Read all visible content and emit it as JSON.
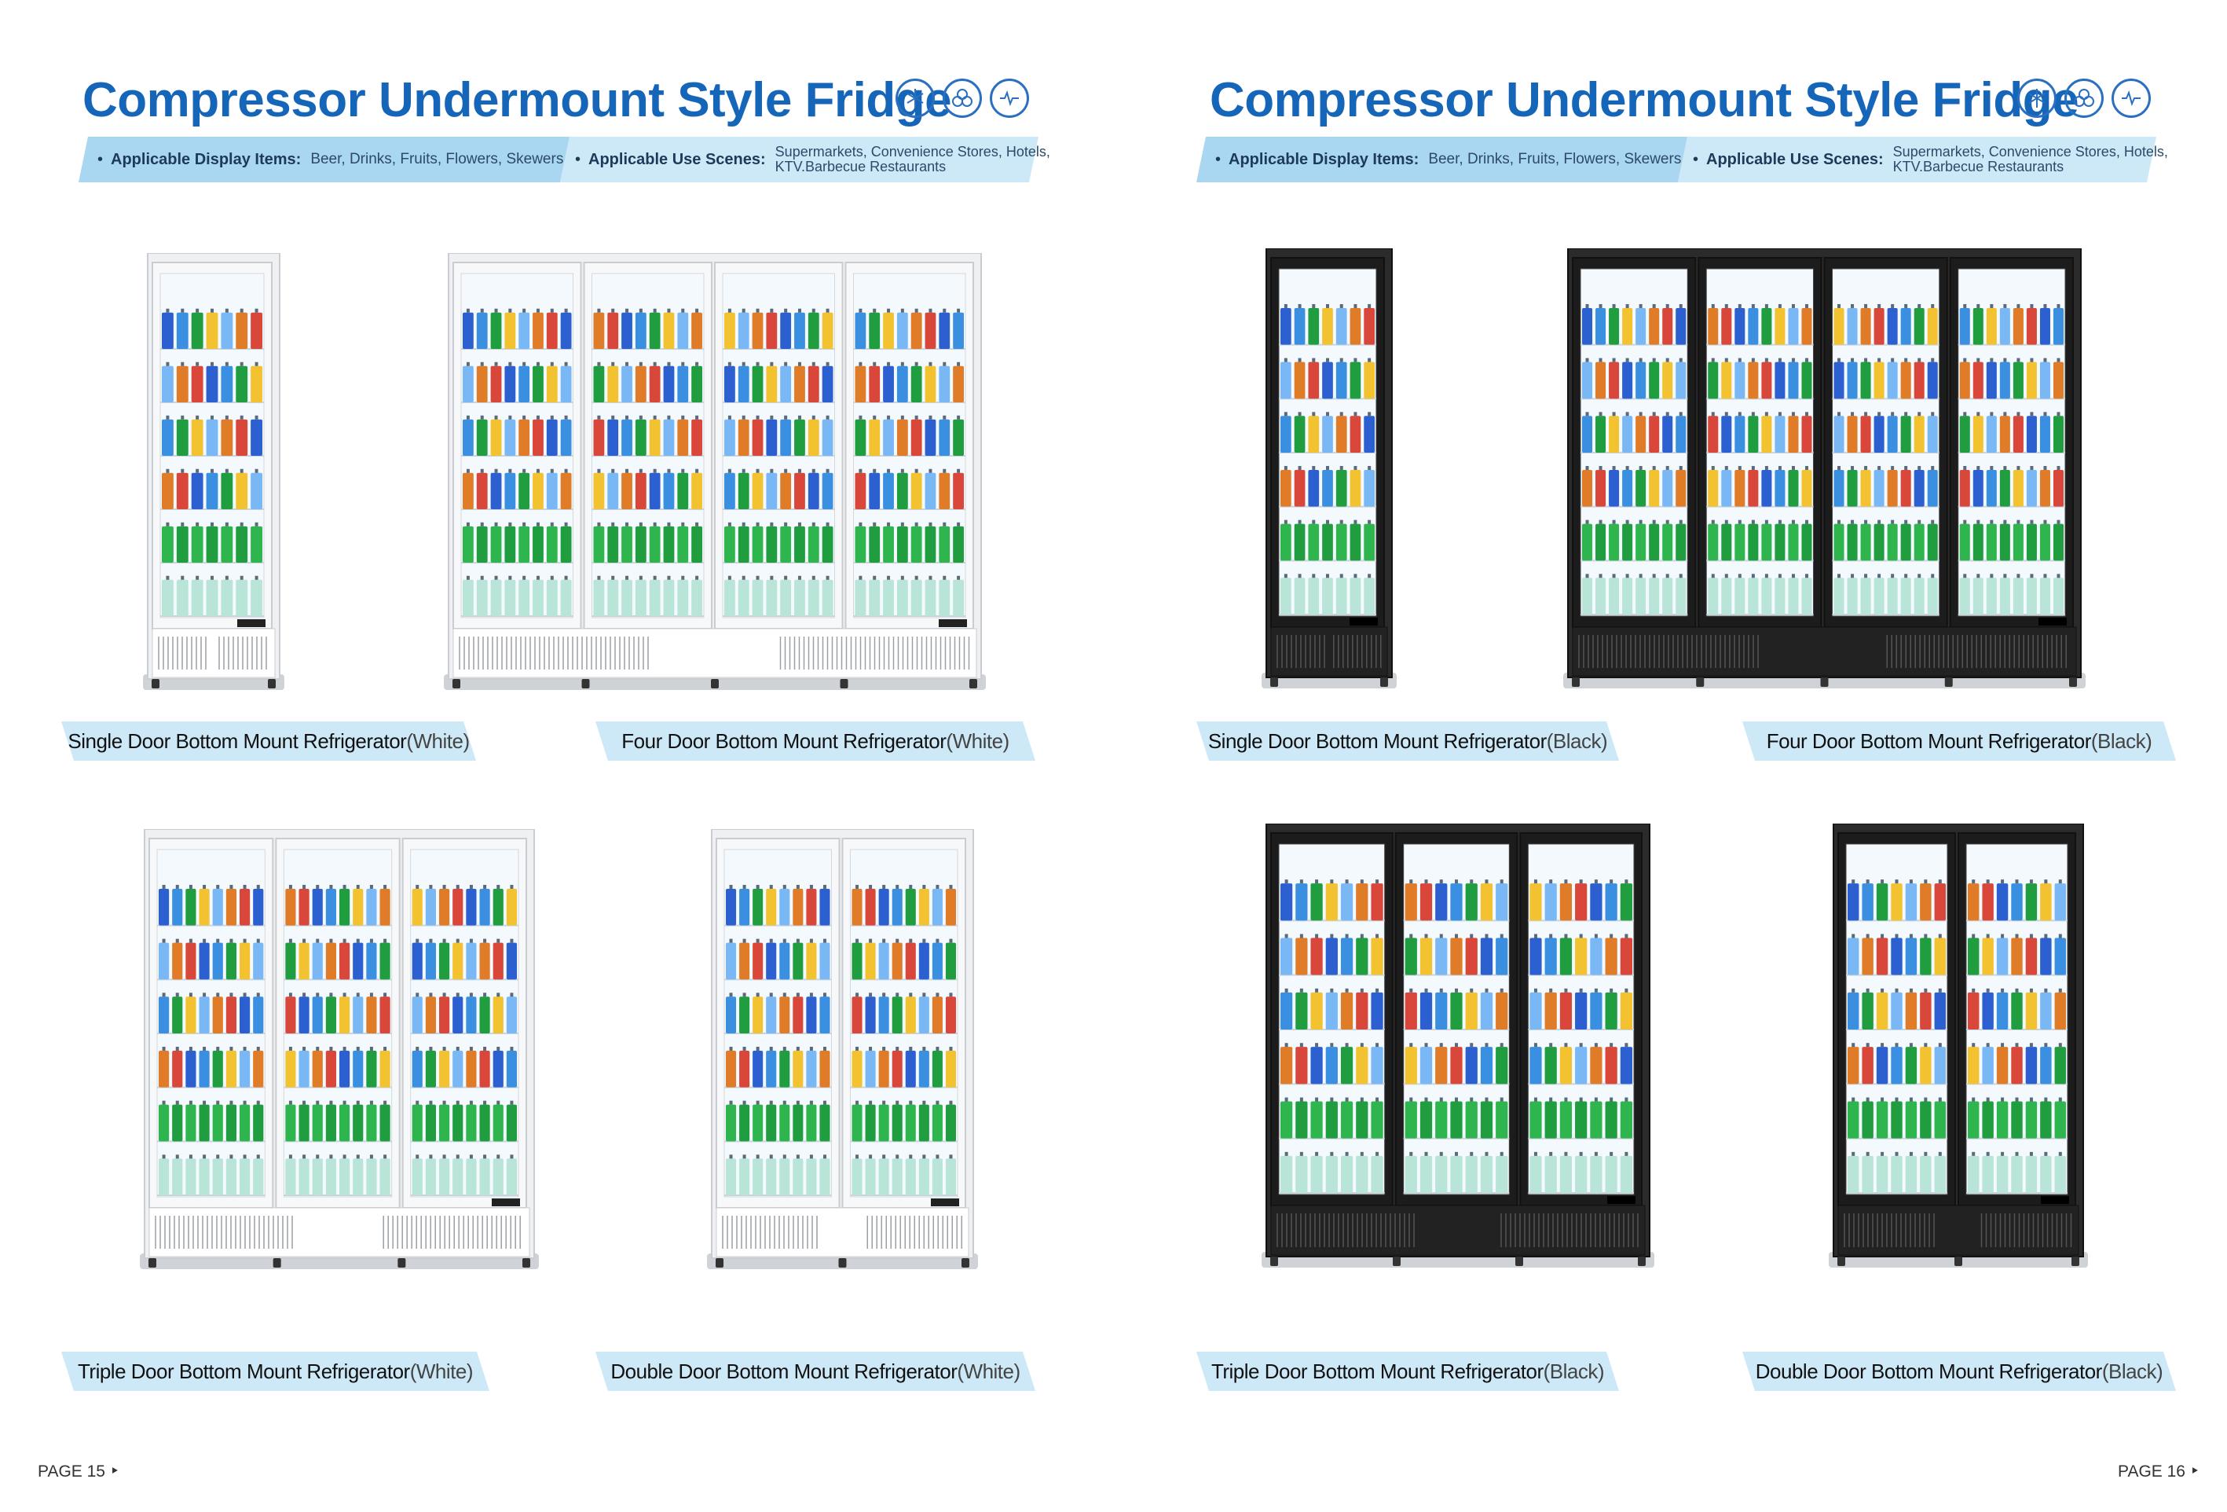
{
  "pages": [
    {
      "title": "Compressor Undermount Style Fridge",
      "display_items_label": "Applicable Display Items:",
      "display_items_value": "Beer, Drinks, Fruits, Flowers, Skewers",
      "use_scenes_label": "Applicable Use Scenes:",
      "use_scenes_line1": "Supermarkets, Convenience Stores, Hotels,",
      "use_scenes_line2": "KTV.Barbecue Restaurants",
      "products": [
        {
          "name": "Single Door Bottom Mount Refrigerator",
          "color_label": "(White)",
          "doors": 1,
          "finish": "white"
        },
        {
          "name": "Four Door Bottom Mount Refrigerator",
          "color_label": "(White)",
          "doors": 4,
          "finish": "white"
        },
        {
          "name": "Triple Door Bottom Mount Refrigerator",
          "color_label": "(White)",
          "doors": 3,
          "finish": "white"
        },
        {
          "name": "Double Door Bottom Mount Refrigerator",
          "color_label": "(White)",
          "doors": 2,
          "finish": "white"
        }
      ],
      "page_label": "PAGE 15 ‣"
    },
    {
      "title": "Compressor Undermount Style Fridge",
      "display_items_label": "Applicable Display Items:",
      "display_items_value": "Beer, Drinks, Fruits, Flowers, Skewers",
      "use_scenes_label": "Applicable Use Scenes:",
      "use_scenes_line1": "Supermarkets, Convenience Stores, Hotels,",
      "use_scenes_line2": "KTV.Barbecue Restaurants",
      "products": [
        {
          "name": "Single Door Bottom Mount Refrigerator",
          "color_label": "(Black)",
          "doors": 1,
          "finish": "black"
        },
        {
          "name": "Four Door Bottom Mount Refrigerator",
          "color_label": "(Black)",
          "doors": 4,
          "finish": "black"
        },
        {
          "name": "Triple Door Bottom Mount Refrigerator",
          "color_label": "(Black)",
          "doors": 3,
          "finish": "black"
        },
        {
          "name": "Double Door Bottom Mount Refrigerator",
          "color_label": "(Black)",
          "doors": 2,
          "finish": "black"
        }
      ],
      "page_label": "PAGE 16 ‣"
    }
  ],
  "icons": [
    "snowflake-temperature-icon",
    "triple-circle-icon",
    "pulse-wave-icon"
  ],
  "colors": {
    "title": "#1565b8",
    "band": "#cde8f7",
    "band_dark": "#a9d6f0",
    "fridge_white": "#f2f3f4",
    "fridge_black": "#2b2b2b"
  }
}
